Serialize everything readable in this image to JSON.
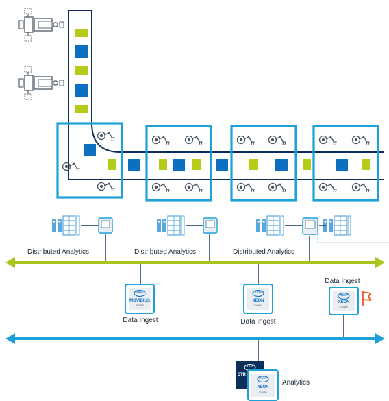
{
  "labels": {
    "analytics_1": "Distributed Analytics",
    "analytics_2": "Distributed Analytics",
    "analytics_3": "Distributed Analytics",
    "ingest_1": "Data Ingest",
    "ingest_2": "Data Ingest",
    "ingest_3": "Data Ingest",
    "central_analytics": "Analytics"
  },
  "chips": {
    "brand": "intel",
    "inside": "inside",
    "movidius": "MOVIDIUS",
    "xeon": "XEON",
    "stratix_partial": "STR"
  },
  "colors": {
    "navy": "#0b2e5a",
    "cyan": "#1ea0d8",
    "block_blue": "#0d6fc1",
    "block_lime": "#b6cc1a",
    "analytics_bus": "#a9c51b",
    "ingest_bus": "#1ea0d8",
    "flag": "#ea5a22",
    "server": "#5aa7dd"
  },
  "icons": [
    "robot-arm-icon",
    "server-rack-icon",
    "intel-chip-icon",
    "flag-icon",
    "camera-icon"
  ]
}
